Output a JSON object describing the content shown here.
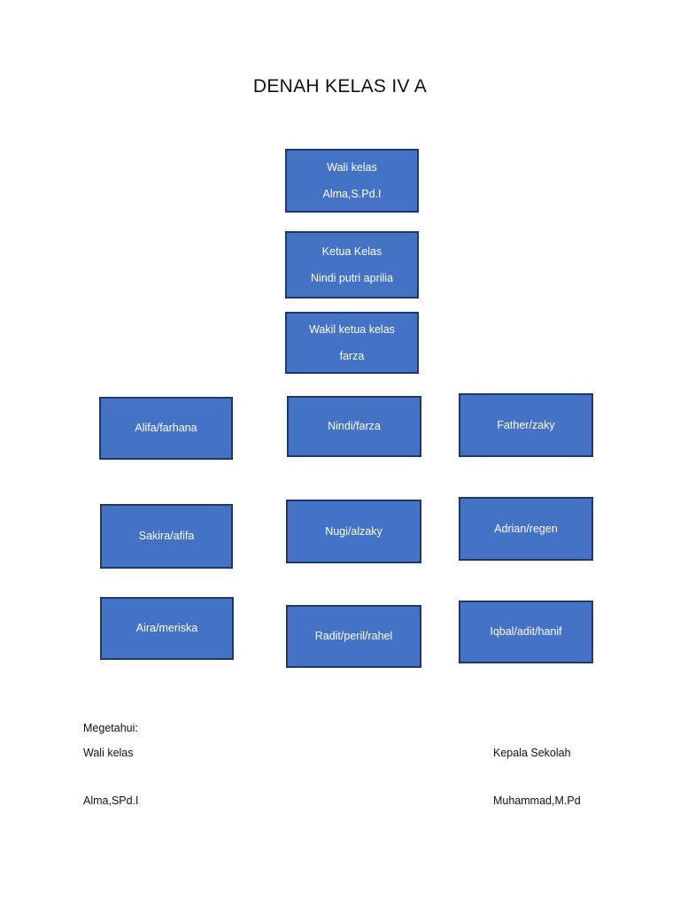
{
  "document": {
    "title": "DENAH KELAS IV A"
  },
  "colors": {
    "box_fill": "#4472C4",
    "box_border": "#1F3864",
    "box_text": "#FFFFFF",
    "page_background": "#FFFFFF",
    "body_text": "#111111"
  },
  "roles": [
    {
      "title": "Wali kelas",
      "name": "Alma,S.Pd.I"
    },
    {
      "title": "Ketua Kelas",
      "name": "Nindi putri aprilia"
    },
    {
      "title": "Wakil ketua kelas",
      "name": "farza"
    }
  ],
  "seating": {
    "rows": [
      {
        "seats": [
          {
            "label": "Alifa/farhana"
          },
          {
            "label": "Nindi/farza"
          },
          {
            "label": "Father/zaky"
          }
        ]
      },
      {
        "seats": [
          {
            "label": "Sakira/afifa"
          },
          {
            "label": "Nugi/alzaky"
          },
          {
            "label": "Adrian/regen"
          }
        ]
      },
      {
        "seats": [
          {
            "label": "Aira/meriska"
          },
          {
            "label": "Radit/peril/rahel"
          },
          {
            "label": "Iqbal/adit/hanif"
          }
        ]
      }
    ]
  },
  "footer": {
    "acknowledgement": "Megetahui:",
    "left_role": "Wali kelas",
    "right_role": "Kepala Sekolah",
    "left_name": "Alma,SPd.I",
    "right_name": "Muhammad,M.Pd"
  }
}
